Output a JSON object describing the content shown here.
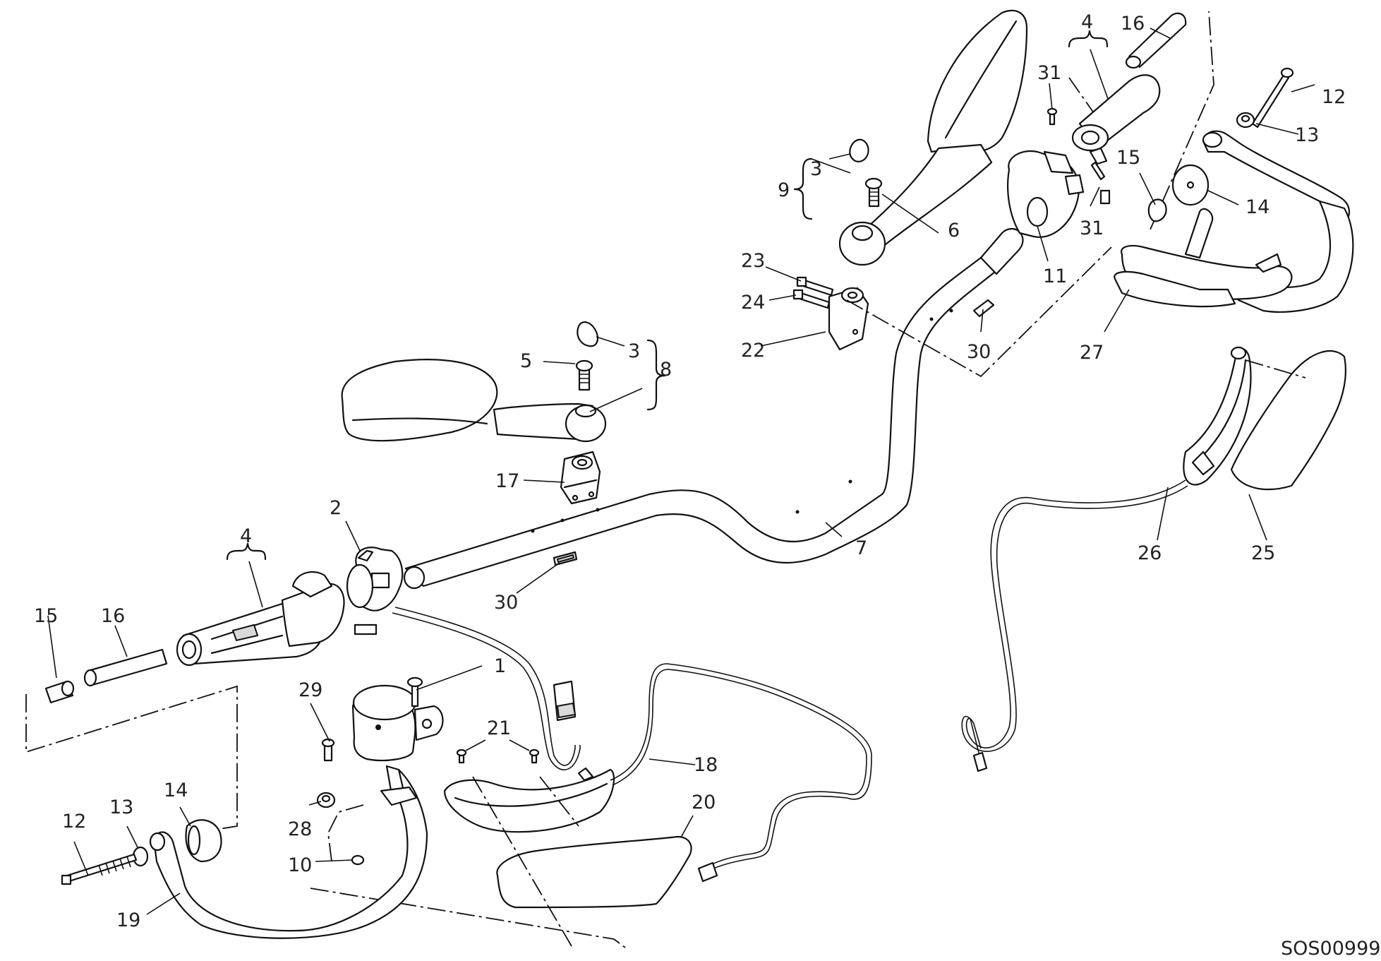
{
  "diagram_code": "SOS00999",
  "callouts": [
    {
      "text": "1"
    },
    {
      "text": "2"
    },
    {
      "text": "4"
    },
    {
      "text": "15"
    },
    {
      "text": "16"
    },
    {
      "text": "29"
    },
    {
      "text": "28"
    },
    {
      "text": "10"
    },
    {
      "text": "12"
    },
    {
      "text": "13"
    },
    {
      "text": "14"
    },
    {
      "text": "19"
    },
    {
      "text": "21"
    },
    {
      "text": "18"
    },
    {
      "text": "20"
    },
    {
      "text": "30"
    },
    {
      "text": "7"
    },
    {
      "text": "17"
    },
    {
      "text": "5"
    },
    {
      "text": "3"
    },
    {
      "text": "8"
    },
    {
      "text": "9"
    },
    {
      "text": "3"
    },
    {
      "text": "6"
    },
    {
      "text": "23"
    },
    {
      "text": "24"
    },
    {
      "text": "22"
    },
    {
      "text": "30"
    },
    {
      "text": "4"
    },
    {
      "text": "16"
    },
    {
      "text": "31"
    },
    {
      "text": "31"
    },
    {
      "text": "11"
    },
    {
      "text": "12"
    },
    {
      "text": "13"
    },
    {
      "text": "15"
    },
    {
      "text": "14"
    },
    {
      "text": "27"
    },
    {
      "text": "26"
    },
    {
      "text": "25"
    }
  ]
}
